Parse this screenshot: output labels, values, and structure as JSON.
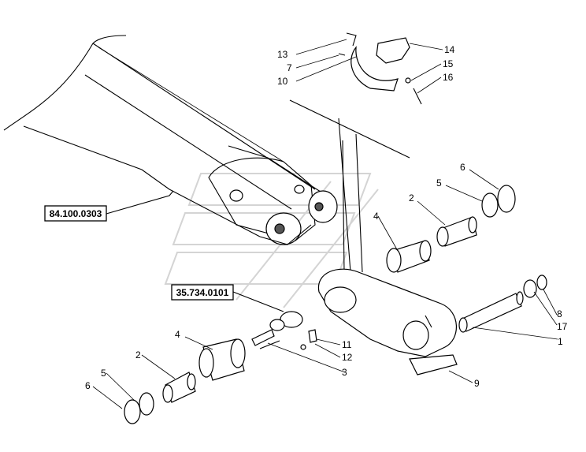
{
  "references": {
    "boom": "84.100.0303",
    "lube_assy": "35.734.0101"
  },
  "callouts": {
    "c1": "1",
    "c2a": "2",
    "c2b": "2",
    "c3": "3",
    "c4a": "4",
    "c4b": "4",
    "c5a": "5",
    "c5b": "5",
    "c6a": "6",
    "c6b": "6",
    "c7": "7",
    "c8": "8",
    "c9": "9",
    "c10": "10",
    "c11": "11",
    "c12": "12",
    "c13": "13",
    "c14": "14",
    "c15": "15",
    "c16": "16",
    "c17": "17"
  }
}
